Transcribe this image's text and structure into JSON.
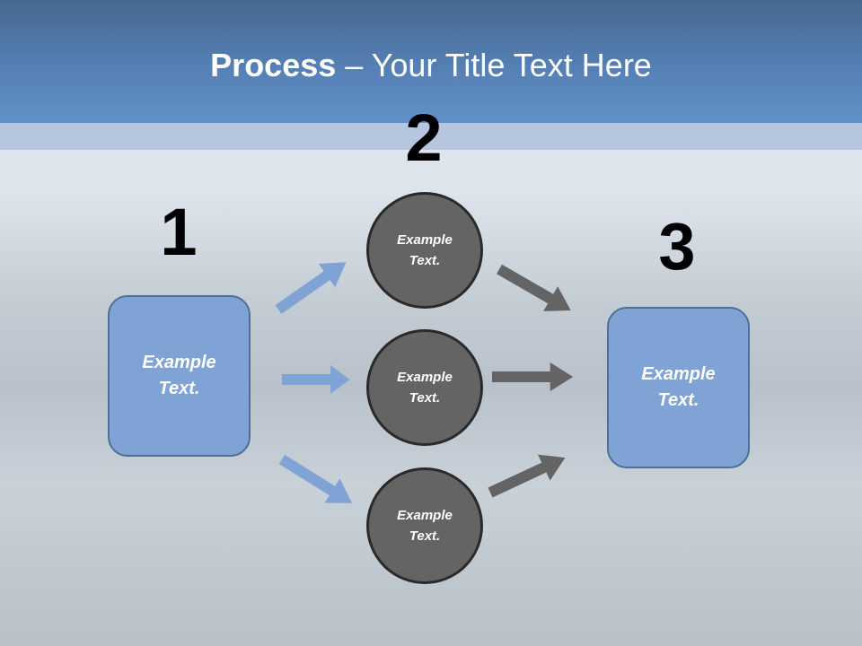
{
  "title": {
    "bold": "Process",
    "rest": " – Your Title Text Here"
  },
  "steps": [
    {
      "number": "1",
      "text_line1": "Example",
      "text_line2": "Text."
    },
    {
      "number": "2",
      "text_line1": "Example",
      "text_line2": "Text."
    },
    {
      "number": "3",
      "text_line1": "Example",
      "text_line2": "Text."
    }
  ],
  "circles": [
    {
      "text_line1": "Example",
      "text_line2": "Text."
    },
    {
      "text_line1": "Example",
      "text_line2": "Text."
    },
    {
      "text_line1": "Example",
      "text_line2": "Text."
    }
  ],
  "colors": {
    "box": "#7fa3d4",
    "circle": "#646464",
    "blue_arrow": "#7fa3d4",
    "gray_arrow": "#646464",
    "header": "#5580b5"
  }
}
